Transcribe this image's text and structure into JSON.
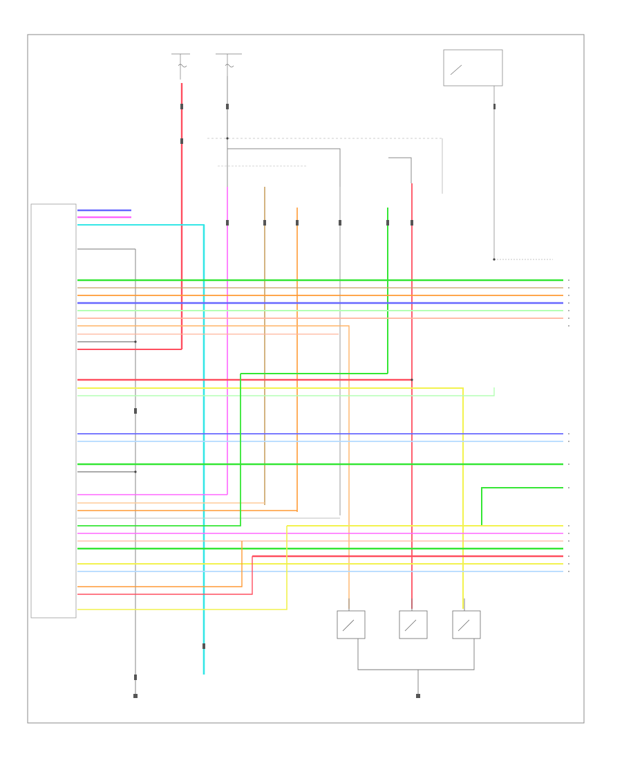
{
  "diagram": {
    "footer_id": "",
    "module_caption": "",
    "ground_left": "",
    "ground_right": "",
    "can_terminal": "",
    "combination_meter_label": "",
    "ignition_relay_label": ""
  },
  "colors": {
    "red": "#ff4d5e",
    "green": "#33e633",
    "blue": "#6666ff",
    "yellow": "#f2f24d",
    "orange": "#ff9933",
    "magenta": "#ff66ff",
    "cyan": "#33e6e6",
    "brown": "#b3a060",
    "lightblue": "#b3d9ff",
    "lightgreen": "#b3ffb3",
    "salmon": "#ffb399",
    "black": "#555555",
    "gray": "#aaaaaa"
  },
  "harness_wires": [
    {
      "color": "red"
    },
    {
      "color": "green"
    },
    {
      "color": "blue"
    },
    {
      "color": "yellow"
    },
    {
      "color": "orange"
    },
    {
      "color": "magenta"
    },
    {
      "color": "cyan"
    },
    {
      "color": "brown"
    },
    {
      "color": "lightblue"
    },
    {
      "color": "lightgreen"
    },
    {
      "color": "salmon"
    },
    {
      "color": "black"
    }
  ],
  "switch_components": [
    {
      "id": "switch-1"
    },
    {
      "id": "switch-2"
    },
    {
      "id": "switch-3"
    }
  ],
  "connectors": [
    {
      "id": "c1"
    },
    {
      "id": "c2"
    },
    {
      "id": "c3"
    },
    {
      "id": "c4"
    },
    {
      "id": "c5"
    },
    {
      "id": "c6"
    }
  ]
}
